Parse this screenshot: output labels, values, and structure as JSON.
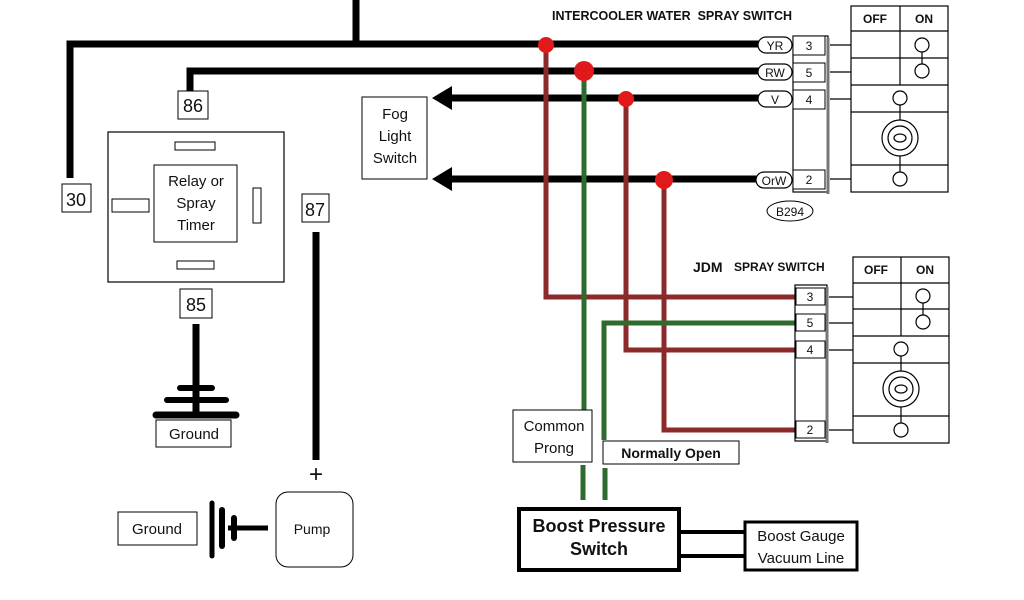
{
  "colors": {
    "wire_black": "#000000",
    "wire_red": "#8b2a2a",
    "wire_green": "#2e6b2e",
    "junction": "#e01a1a",
    "box_stroke": "#000000",
    "background": "#ffffff"
  },
  "relay": {
    "label_lines": [
      "Relay or",
      "Spray",
      "Timer"
    ],
    "pins": {
      "p86": "86",
      "p30": "30",
      "p87": "87",
      "p85": "85"
    }
  },
  "ground_relay": {
    "label": "Ground"
  },
  "ground_pump": {
    "label": "Ground"
  },
  "pump": {
    "label": "Pump",
    "plus": "+"
  },
  "fog_light_switch": {
    "label_lines": [
      "Fog",
      "Light",
      "Switch"
    ]
  },
  "intercooler_switch": {
    "title": "INTERCOOLER WATER  SPRAY SWITCH",
    "connector": "B294",
    "headers": [
      "OFF",
      "ON"
    ],
    "pins": [
      {
        "wire": "YR",
        "pin": "3"
      },
      {
        "wire": "RW",
        "pin": "5"
      },
      {
        "wire": "V",
        "pin": "4"
      },
      {
        "wire": "OrW",
        "pin": "2"
      }
    ]
  },
  "jdm_switch": {
    "title_bold": "JDM",
    "title_rest": "SPRAY SWITCH",
    "headers": [
      "OFF",
      "ON"
    ],
    "pins": [
      "3",
      "5",
      "4",
      "2"
    ]
  },
  "common_prong": {
    "label_lines": [
      "Common",
      "Prong"
    ]
  },
  "normally_open": {
    "label": "Normally Open"
  },
  "boost_switch": {
    "label_lines": [
      "Boost Pressure",
      "Switch"
    ]
  },
  "boost_gauge": {
    "label_lines": [
      "Boost Gauge",
      "Vacuum Line"
    ]
  }
}
